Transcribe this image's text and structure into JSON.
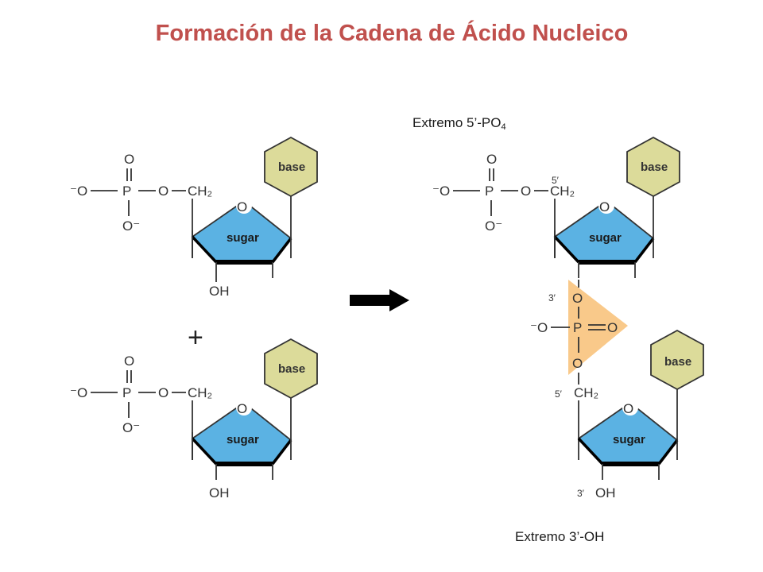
{
  "title": "Formación de la Cadena de Ácido Nucleico",
  "labels": {
    "five_prime_end": "Extremo 5’-PO",
    "five_prime_end_sub": "4",
    "three_prime_end": "Extremo 3’-OH"
  },
  "molecule": {
    "base": "base",
    "sugar": "sugar",
    "ring_oxygen": "O",
    "phosphorus": "P",
    "oxygen": "O",
    "neg_oxygen": "⁻O",
    "oxygen_neg": "O⁻",
    "ch2": "CH₂",
    "hydroxyl": "OH",
    "prime5": "5′",
    "prime3": "3′"
  },
  "plus_sign": "+",
  "colors": {
    "title": "#c0504d",
    "base_fill": "#dcdb9a",
    "sugar_fill": "#5bb2e3",
    "phosphodiester_highlight": "#f9c98a",
    "arrow": "#000000"
  },
  "icons": {
    "reaction_arrow": "right-arrow-icon"
  }
}
